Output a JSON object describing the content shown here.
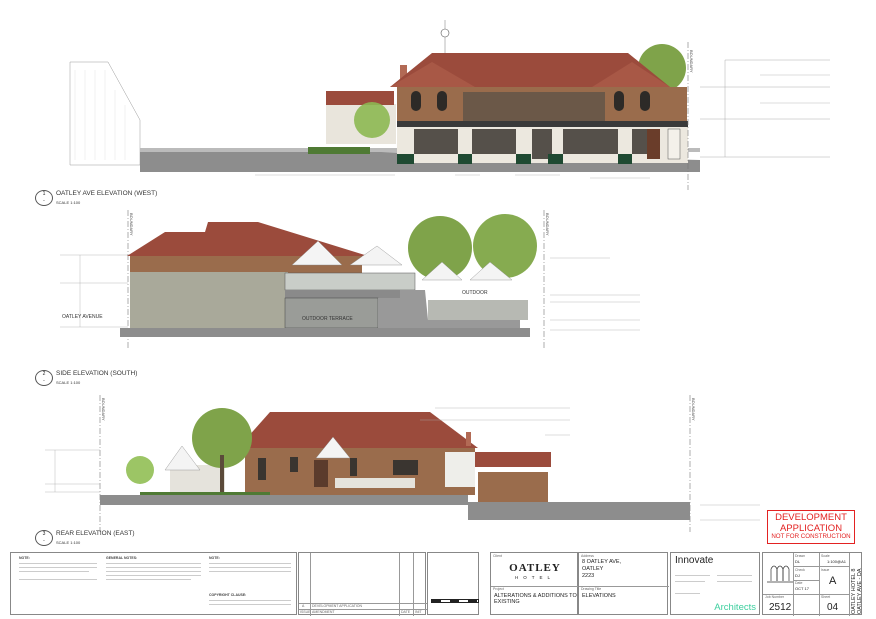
{
  "elevations": [
    {
      "number": "1",
      "title": "OATLEY AVE ELEVATION (WEST)",
      "scale": "SCALE 1:100"
    },
    {
      "number": "2",
      "title": "SIDE ELEVATION (SOUTH)",
      "scale": "SCALE 1:100",
      "street_label": "OATLEY AVENUE",
      "terrace_label": "OUTDOOR TERRACE",
      "outdoor_label": "OUTDOOR"
    },
    {
      "number": "3",
      "title": "REAR ELEVATION (EAST)",
      "scale": "SCALE 1:100"
    }
  ],
  "boundary_label": "BOUNDARY",
  "stamp": {
    "line1": "DEVELOPMENT",
    "line2": "APPLICATION",
    "line3": "NOT FOR CONSTRUCTION",
    "color": "#e32222"
  },
  "notes": {
    "note_heading": "NOTE:",
    "general_heading": "GENERAL NOTES:",
    "note2_heading": "NOTE:",
    "copyright_heading": "COPYRIGHT CLAUSE:"
  },
  "revisions": {
    "rows": [
      {
        "issue": "A",
        "amendment": "DEVELOPMENT APPLICATION"
      }
    ],
    "headers": {
      "issue": "ISSUE",
      "amendment": "AMENDMENT",
      "date": "DATE",
      "init": "INIT"
    }
  },
  "title_block": {
    "client_label": "Client",
    "client_logo_main": "OATLEY",
    "client_logo_sub": "HOTEL",
    "address_label": "Address",
    "address_lines": [
      "8 OATLEY AVE,",
      "OATLEY",
      "2223"
    ],
    "project_label": "Project",
    "project": "ALTERATIONS & ADDITIONS TO EXISTING",
    "drawing_title_label": "Drawing Title",
    "drawing_title": "ELEVATIONS",
    "firm_name": "Innovate",
    "firm_sub": "Architects",
    "firm_color": "#3ccf9e",
    "drawn_label": "Drawn",
    "drawn": "DL",
    "check_label": "Check",
    "check": "DJ",
    "date_label": "Date",
    "date": "OCT 17",
    "scale_label": "Scale",
    "scale": "1:100@A1",
    "issue_label": "Issue",
    "issue": "A",
    "job_label": "Job Number",
    "job": "2512",
    "sheet_label": "Sheet",
    "sheet": "04",
    "side_text": "OATLEY HOTEL 8 OATLEY AVE - DA"
  },
  "colors": {
    "roof": "#9b4b3c",
    "brick": "#9a6c4c",
    "render": "#a9a99a",
    "tree": "#7fa34a"
  }
}
